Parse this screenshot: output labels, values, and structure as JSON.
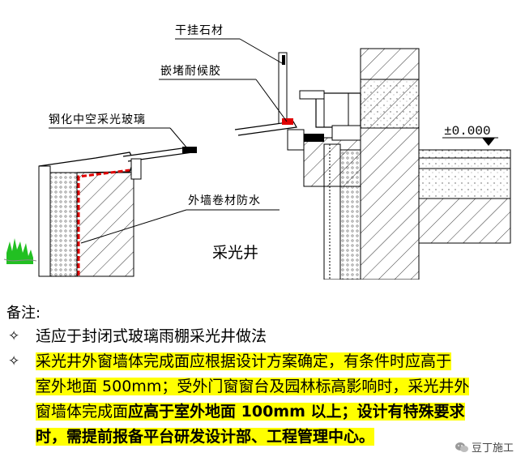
{
  "drawing": {
    "labels": {
      "dry_stone": "干挂石材",
      "sealant": "嵌堵耐候胶",
      "glass": "钢化中空采光玻璃",
      "membrane": "外墙卷材防水",
      "pit": "采光井",
      "elevation": "±0.000"
    }
  },
  "notes": {
    "heading": "备注:",
    "bullet_symbol": "✧",
    "item1": "适应于封闭式玻璃雨棚采光井做法",
    "item2_l1": "采光井外窗墙体完成面应根据设计方案确定，有条件时应高于",
    "item2_l2": "室外地面 500mm；受外门窗窗台及园林标高影响时，采光井外",
    "item2_l3a": "窗墙体完成面",
    "item2_l3b": "应高于室外地面 100mm 以上；设计有特殊要求",
    "item2_l4": "时，需提前报备平台研发设计部、工程管理中心。"
  },
  "watermark": {
    "text": "豆丁施工",
    "icon": "wechat-icon"
  }
}
